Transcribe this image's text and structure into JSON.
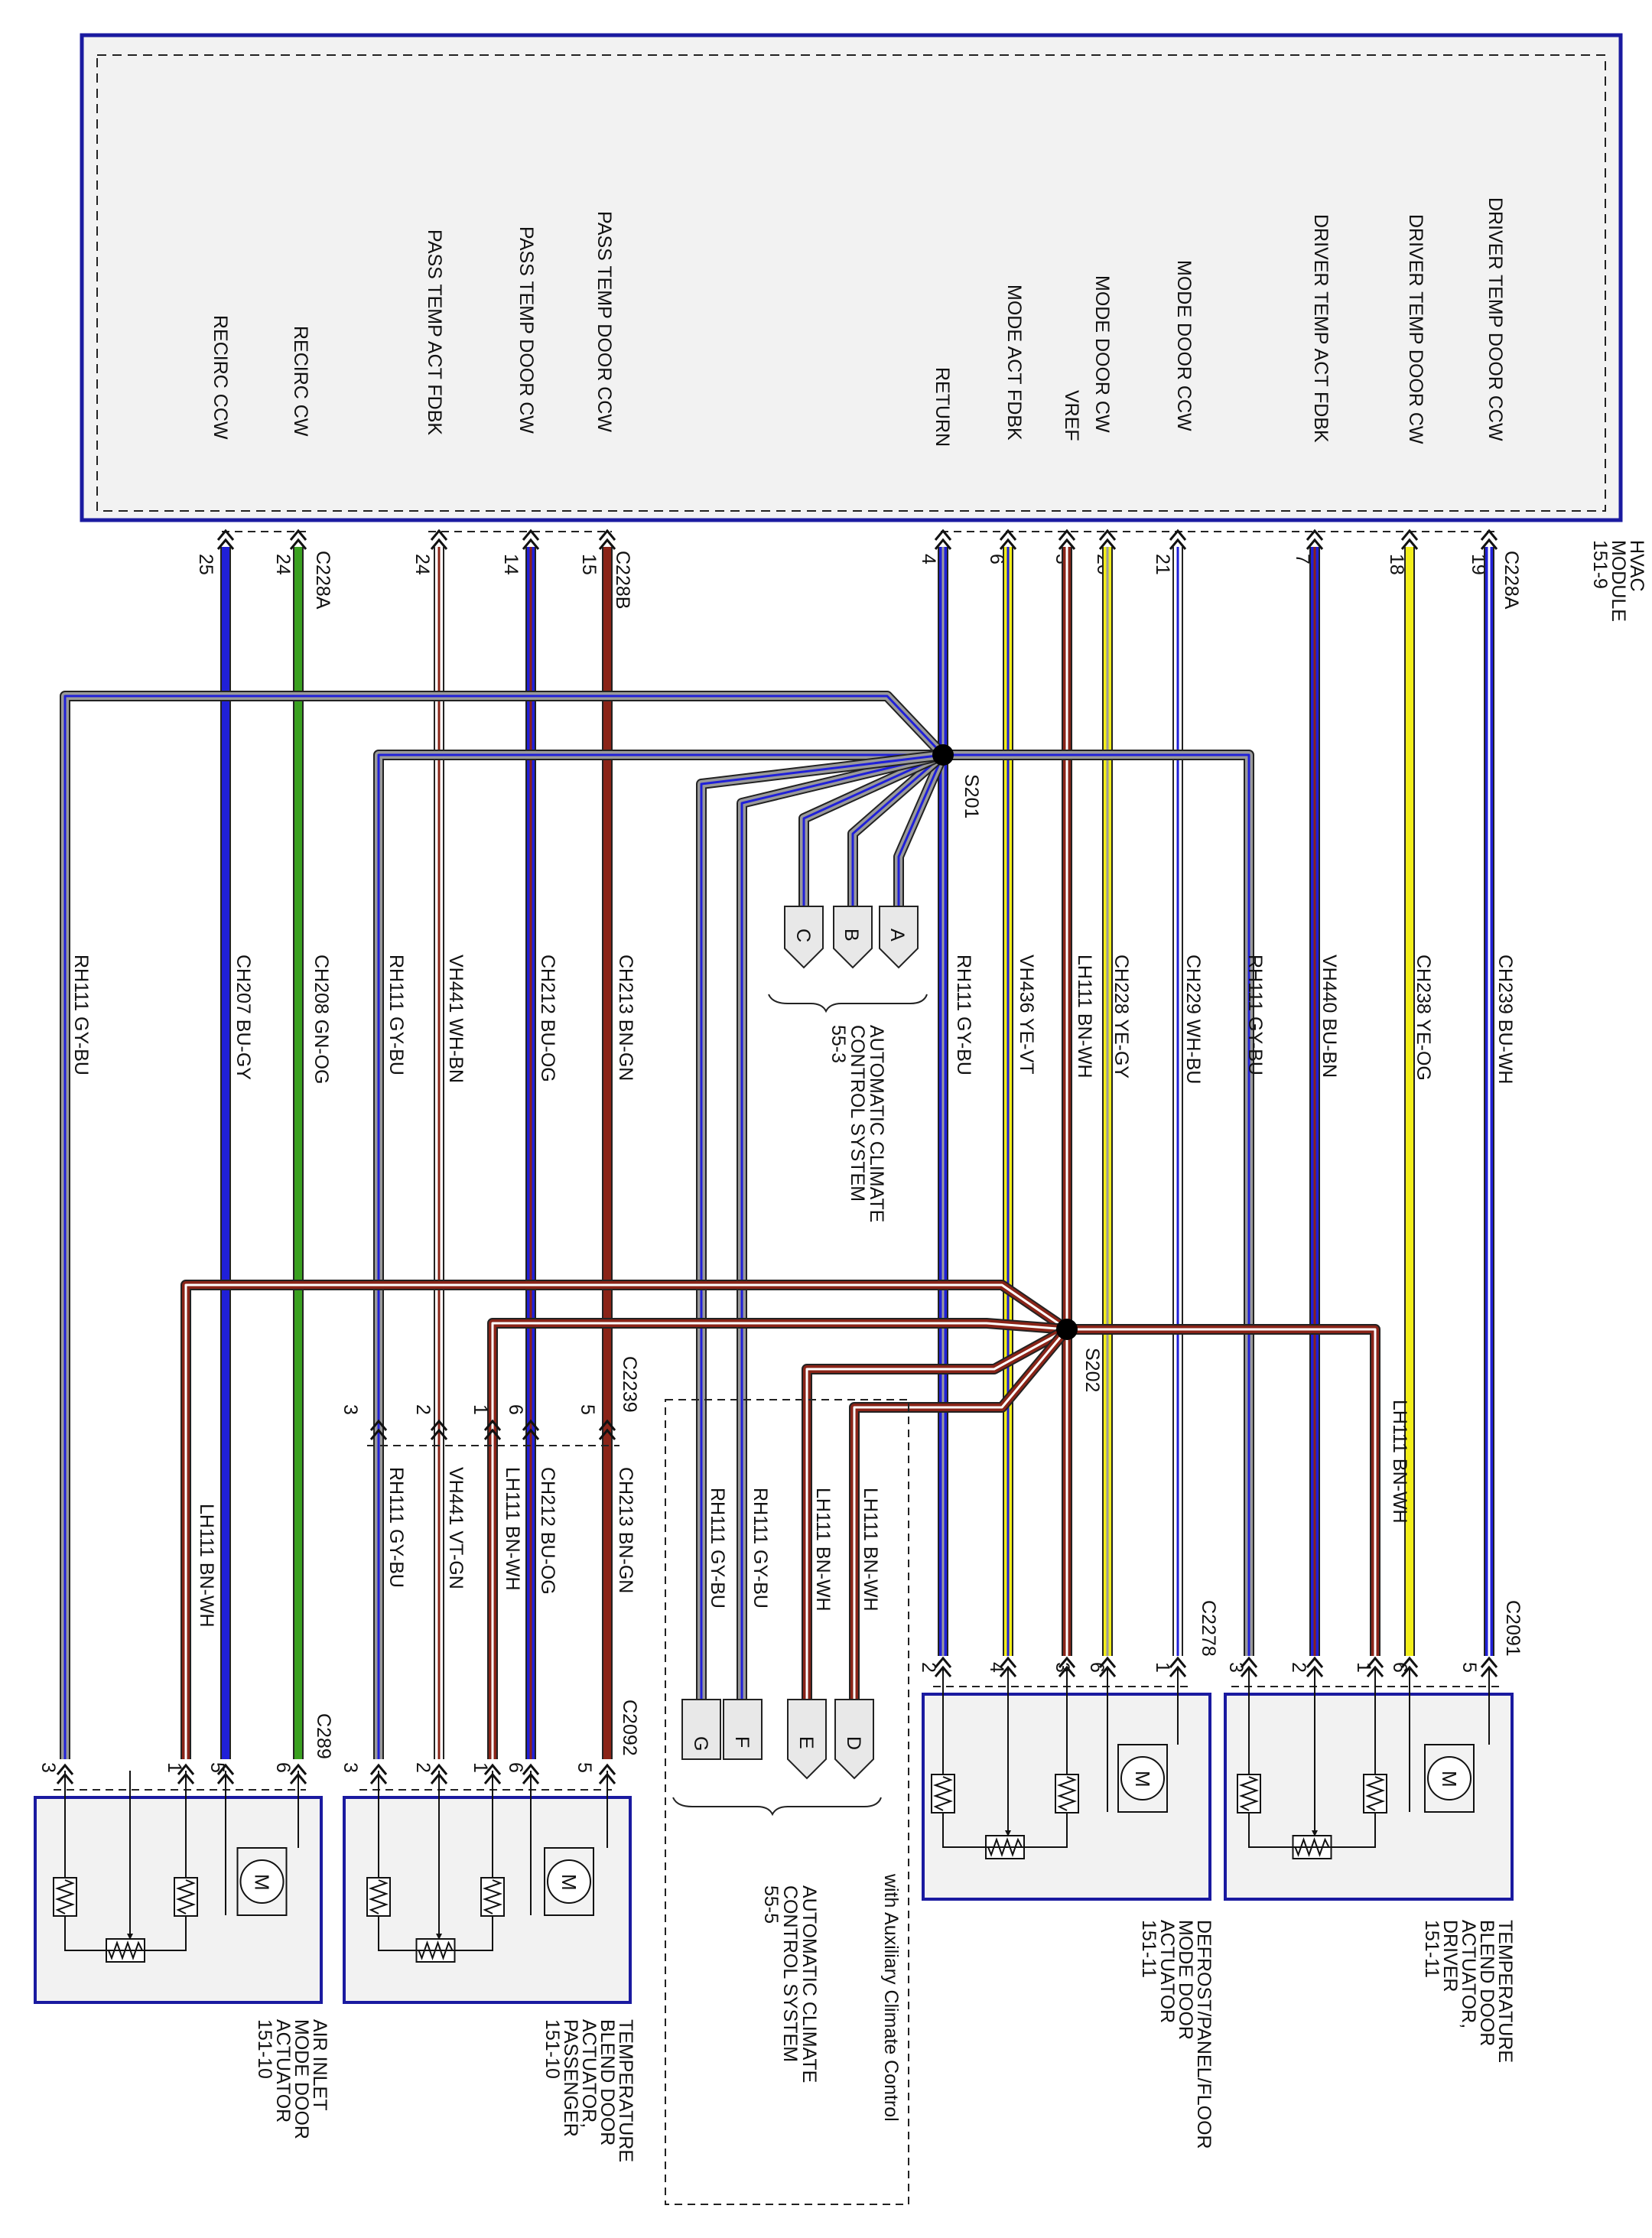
{
  "module": {
    "name_lines": [
      "HVAC",
      "MODULE",
      "151-9"
    ],
    "connector_a": "C228A",
    "connector_b": "C228B",
    "signals": [
      "DRIVER TEMP DOOR CCW",
      "DRIVER TEMP DOOR CW",
      "DRIVER TEMP ACT FDBK",
      "MODE DOOR CCW",
      "MODE DOOR CW",
      "VREF",
      "MODE ACT FDBK",
      "RETURN",
      "PASS TEMP DOOR CCW",
      "PASS TEMP DOOR CW",
      "PASS TEMP ACT FDBK",
      "RECIRC CW",
      "RECIRC CCW"
    ]
  },
  "module_pins": [
    "19",
    "18",
    "7",
    "21",
    "20",
    "3",
    "6",
    "4",
    "15",
    "14",
    "24",
    "24",
    "25"
  ],
  "wire_labels": [
    "CH239   BU-WH",
    "CH238   YE-OG",
    "VH440   BU-BN",
    "RH111   GY-BU",
    "CH229   WH-BU",
    "CH228   YE-GY",
    "LH111   BN-WH",
    "VH436   YE-VT",
    "RH111   GY-BU",
    "CH213   BN-GN",
    "CH212   BU-OG",
    "VH441   WH-BN",
    "RH111   GY-BU",
    "CH208   GN-OG",
    "CH207   BU-GY",
    "RH111   GY-BU"
  ],
  "splices": [
    "S201",
    "S202"
  ],
  "acc_lower": {
    "name_lines": [
      "AUTOMATIC CLIMATE",
      "CONTROL SYSTEM",
      "55-3"
    ],
    "pins": [
      "A",
      "B",
      "C"
    ]
  },
  "acc_aux": {
    "note": "with Auxiliary Climate Control",
    "name_lines": [
      "AUTOMATIC CLIMATE",
      "CONTROL SYSTEM",
      "55-5"
    ],
    "pins": [
      "D",
      "E",
      "F",
      "G"
    ],
    "wire_labels": [
      "LH111   BN-WH",
      "LH111   BN-WH",
      "RH111   GY-BU",
      "RH111   GY-BU"
    ]
  },
  "c2239": {
    "connector": "C2239",
    "pins_top": [
      "5",
      "6",
      "1",
      "2",
      "3"
    ],
    "wire_labels": [
      "CH213   BN-GN",
      "CH212   BU-OG",
      "LH111   BN-WH",
      "VH441   VT-GN",
      "RH111   GY-BU"
    ]
  },
  "lh111_left_label": "LH111   BN-WH",
  "lh111_right_label": "LH111   BN-WH",
  "actuator_driver": {
    "connector": "C2091",
    "pins": [
      "5",
      "6",
      "1",
      "2",
      "3"
    ],
    "name_lines": [
      "TEMPERATURE",
      "BLEND DOOR",
      "ACTUATOR,",
      "DRIVER",
      "151-11"
    ]
  },
  "actuator_mode": {
    "connector": "C2278",
    "pins": [
      "1",
      "6",
      "3",
      "4",
      "2"
    ],
    "name_lines": [
      "DEFROST/PANEL/FLOOR",
      "MODE DOOR",
      "ACTUATOR",
      "151-11"
    ]
  },
  "actuator_pass": {
    "connector": "C2092",
    "pins": [
      "5",
      "6",
      "1",
      "2",
      "3"
    ],
    "name_lines": [
      "TEMPERATURE",
      "BLEND DOOR",
      "ACTUATOR,",
      "PASSENGER",
      "151-10"
    ]
  },
  "actuator_air": {
    "connector": "C289",
    "pins": [
      "6",
      "5",
      "1",
      "3"
    ],
    "name_lines": [
      "AIR INLET",
      "MODE DOOR",
      "ACTUATOR",
      "151-10"
    ]
  },
  "colors": {
    "blue_frame": "#1a1aa0",
    "BU": "#2020d8",
    "GY": "#9a9a9a",
    "YE": "#f2ee1a",
    "BN": "#8a2418",
    "GN": "#3aa020",
    "WH": "#ffffff",
    "box_fill": "#f2f2f2"
  }
}
